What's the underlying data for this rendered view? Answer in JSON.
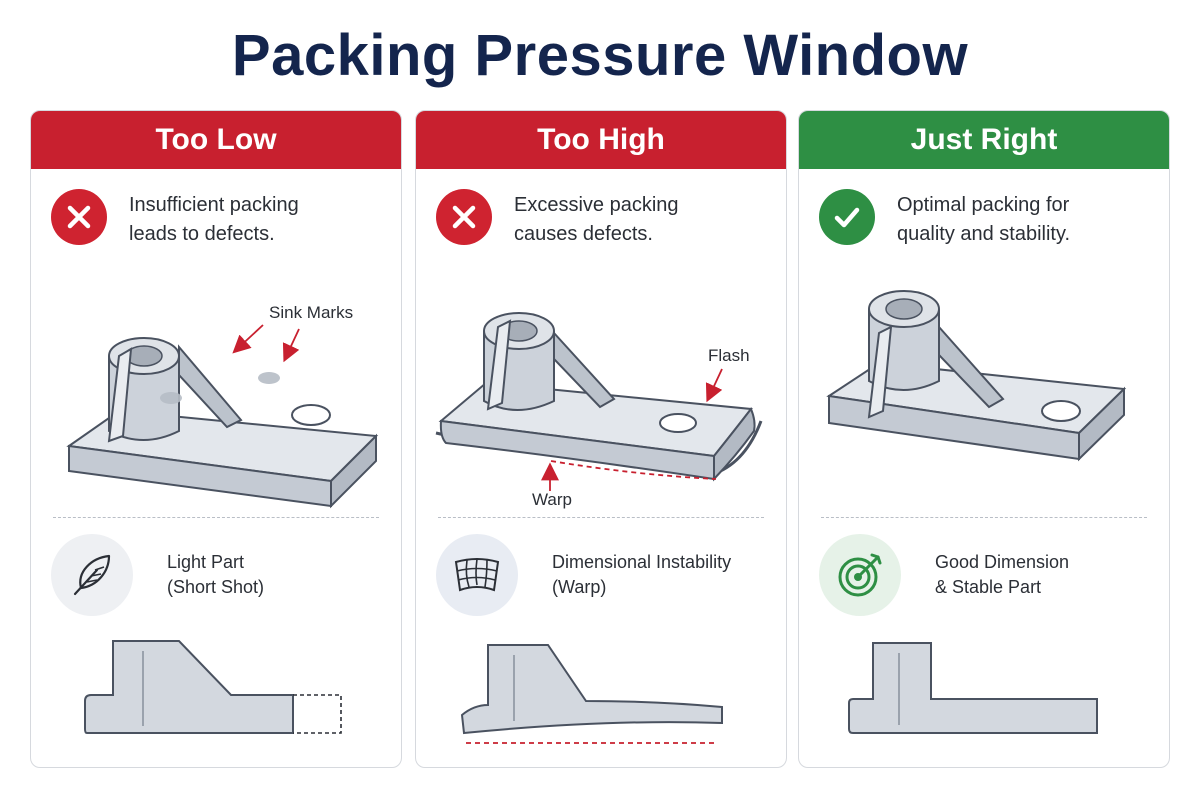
{
  "title": "Packing Pressure Window",
  "cards": [
    {
      "header": "Too Low",
      "status": "fail",
      "summary": "Insufficient packing\nleads to defects.",
      "callouts": [
        "Sink Marks"
      ],
      "outcome_icon": "feather-icon",
      "outcome": "Light Part\n(Short Shot)"
    },
    {
      "header": "Too High",
      "status": "fail",
      "summary": "Excessive packing\ncauses defects.",
      "callouts": [
        "Flash",
        "Warp"
      ],
      "outcome_icon": "warped-grid-icon",
      "outcome": "Dimensional Instability\n(Warp)"
    },
    {
      "header": "Just Right",
      "status": "pass",
      "summary": "Optimal packing for\nquality and stability.",
      "callouts": [],
      "outcome_icon": "target-icon",
      "outcome": "Good Dimension\n& Stable Part"
    }
  ],
  "colors": {
    "title": "#14254d",
    "fail": "#c8202f",
    "pass": "#2e8f44",
    "part_fill": "#d3d8df",
    "part_stroke": "#4a5260"
  }
}
